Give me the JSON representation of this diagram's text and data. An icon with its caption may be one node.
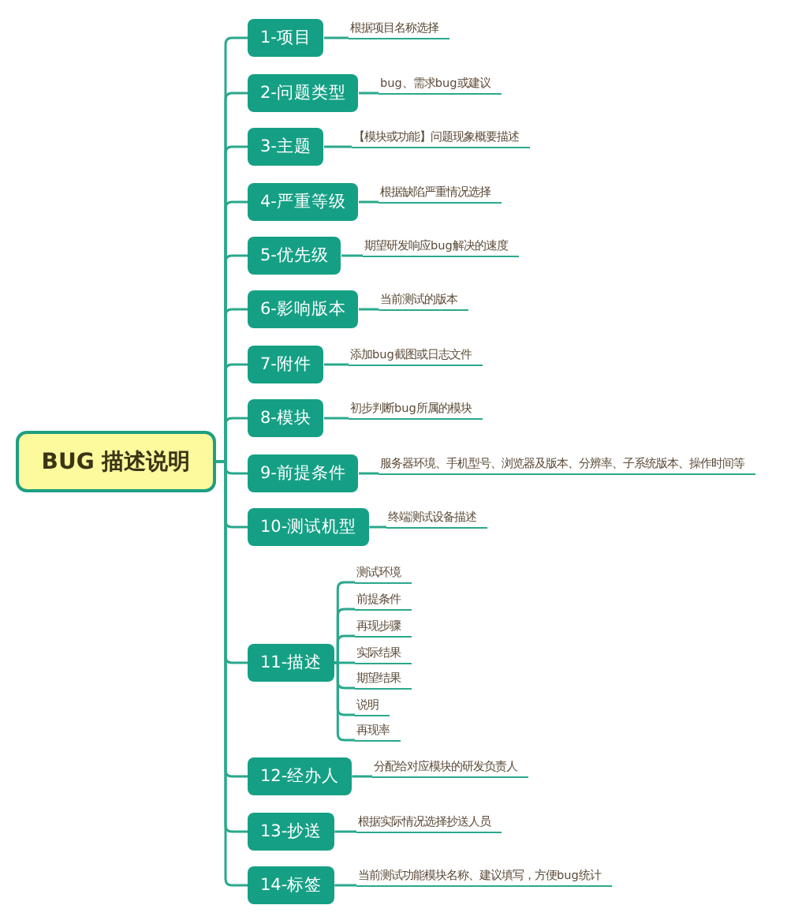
{
  "diagram": {
    "nodes": [
      {
        "text": [
          "BUG 描述说明"
        ]
      },
      {
        "text": [
          "1-项目"
        ]
      },
      {
        "text": [
          "根据项目名称选择"
        ]
      },
      {
        "text": [
          "2-问题类型"
        ]
      },
      {
        "text": [
          "bug、需求bug或建议"
        ]
      },
      {
        "text": [
          "3-主题"
        ]
      },
      {
        "text": [
          "【模块或功能】问题现象概要描述"
        ]
      },
      {
        "text": [
          "4-严重等级"
        ]
      },
      {
        "text": [
          "根据缺陷严重情况选择"
        ]
      },
      {
        "text": [
          "5-优先级"
        ]
      },
      {
        "text": [
          "期望研发响应bug解决的速度"
        ]
      },
      {
        "text": [
          "6-影响版本"
        ]
      },
      {
        "text": [
          "当前测试的版本"
        ]
      },
      {
        "text": [
          "7-附件"
        ]
      },
      {
        "text": [
          "添加bug截图或日志文件"
        ]
      },
      {
        "text": [
          "8-模块"
        ]
      },
      {
        "text": [
          "初步判断bug所属的模块"
        ]
      },
      {
        "text": [
          "9-前提条件"
        ]
      },
      {
        "text": [
          "服务器环境、手机型号、浏览器及版本、分辨率、子系统版本、操作时间等"
        ]
      },
      {
        "text": [
          "10-测试机型"
        ]
      },
      {
        "text": [
          "终端测试设备描述"
        ]
      },
      {
        "text": [
          "11-描述"
        ]
      },
      {
        "text": [
          "测试环境"
        ]
      },
      {
        "text": [
          "前提条件"
        ]
      },
      {
        "text": [
          "再现步骤"
        ]
      },
      {
        "text": [
          "实际结果"
        ]
      },
      {
        "text": [
          "期望结果"
        ]
      },
      {
        "text": [
          "说明"
        ]
      },
      {
        "text": [
          "再现率"
        ]
      },
      {
        "text": [
          "12-经办人"
        ]
      },
      {
        "text": [
          "分配给对应模块的研发负责人"
        ]
      },
      {
        "text": [
          "13-抄送"
        ]
      },
      {
        "text": [
          "根据实际情况选择抄送人员"
        ]
      },
      {
        "text": [
          "14-标签"
        ]
      },
      {
        "text": [
          "当前测试功能模块名称、建议填写，方便bug统计"
        ]
      }
    ],
    "edges": [
      {
        "from": 0,
        "to": 1,
        "arrow": "none"
      },
      {
        "from": 0,
        "to": 3,
        "arrow": "none"
      },
      {
        "from": 0,
        "to": 5,
        "arrow": "none"
      },
      {
        "from": 0,
        "to": 7,
        "arrow": "none"
      },
      {
        "from": 0,
        "to": 9,
        "arrow": "none"
      },
      {
        "from": 0,
        "to": 11,
        "arrow": "none"
      },
      {
        "from": 0,
        "to": 13,
        "arrow": "none"
      },
      {
        "from": 0,
        "to": 15,
        "arrow": "none"
      },
      {
        "from": 0,
        "to": 17,
        "arrow": "none"
      },
      {
        "from": 0,
        "to": 19,
        "arrow": "none"
      },
      {
        "from": 0,
        "to": 21,
        "arrow": "none"
      },
      {
        "from": 0,
        "to": 29,
        "arrow": "none"
      },
      {
        "from": 0,
        "to": 31,
        "arrow": "none"
      },
      {
        "from": 0,
        "to": 33,
        "arrow": "none"
      },
      {
        "from": 1,
        "to": 2,
        "arrow": "none"
      },
      {
        "from": 3,
        "to": 4,
        "arrow": "none"
      },
      {
        "from": 5,
        "to": 6,
        "arrow": "none"
      },
      {
        "from": 7,
        "to": 8,
        "arrow": "none"
      },
      {
        "from": 9,
        "to": 10,
        "arrow": "none"
      },
      {
        "from": 11,
        "to": 12,
        "arrow": "none"
      },
      {
        "from": 13,
        "to": 14,
        "arrow": "none"
      },
      {
        "from": 15,
        "to": 16,
        "arrow": "none"
      },
      {
        "from": 17,
        "to": 18,
        "arrow": "none"
      },
      {
        "from": 19,
        "to": 20,
        "arrow": "none"
      },
      {
        "from": 21,
        "to": 22,
        "arrow": "none"
      },
      {
        "from": 21,
        "to": 23,
        "arrow": "none"
      },
      {
        "from": 21,
        "to": 24,
        "arrow": "none"
      },
      {
        "from": 21,
        "to": 25,
        "arrow": "none"
      },
      {
        "from": 21,
        "to": 26,
        "arrow": "none"
      },
      {
        "from": 21,
        "to": 27,
        "arrow": "none"
      },
      {
        "from": 21,
        "to": 28,
        "arrow": "none"
      },
      {
        "from": 29,
        "to": 30,
        "arrow": "none"
      },
      {
        "from": 31,
        "to": 32,
        "arrow": "none"
      },
      {
        "from": 33,
        "to": 34,
        "arrow": "none"
      }
    ]
  }
}
